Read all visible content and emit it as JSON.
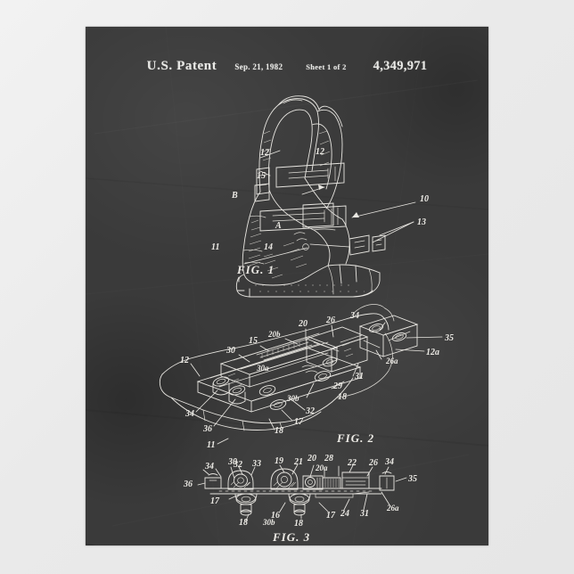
{
  "poster": {
    "background_color": "#383838",
    "chalk_color": "#eceae5",
    "frame_color": "#efefef"
  },
  "header": {
    "title": "U.S. Patent",
    "date": "Sep. 21, 1982",
    "sheet": "Sheet 1 of 2",
    "patent_number": "4,349,971"
  },
  "figures": [
    {
      "id": "fig1",
      "label": "FIG. 1",
      "subject": "ski-boot-side-view",
      "reference_numerals": [
        "12",
        "15",
        "B",
        "10",
        "13",
        "11",
        "A",
        "14"
      ]
    },
    {
      "id": "fig2",
      "label": "FIG. 2",
      "subject": "buckle-assembly-perspective-view",
      "reference_numerals": [
        "34",
        "35",
        "26",
        "20",
        "12a",
        "15",
        "20b",
        "30",
        "30a",
        "26a",
        "12",
        "30b",
        "29",
        "31",
        "32",
        "18",
        "17",
        "34",
        "36",
        "11"
      ]
    },
    {
      "id": "fig3",
      "label": "FIG. 3",
      "subject": "buckle-assembly-elevation-view",
      "reference_numerals": [
        "34",
        "30",
        "32",
        "33",
        "19",
        "21",
        "20",
        "28",
        "20a",
        "22",
        "26",
        "34",
        "36",
        "35",
        "17",
        "16",
        "18",
        "30b",
        "18",
        "17",
        "24",
        "31",
        "26a"
      ]
    }
  ],
  "fig1": {
    "label": "FIG. 1",
    "refs": {
      "r12": "12",
      "r15": "15",
      "rB": "B",
      "r10": "10",
      "r13": "13",
      "r11": "11",
      "rA": "A",
      "r14": "14"
    }
  },
  "fig2": {
    "label": "FIG. 2",
    "refs": {
      "r34t": "34",
      "r35": "35",
      "r26": "26",
      "r20": "20",
      "r12a": "12a",
      "r15": "15",
      "r20b": "20b",
      "r30": "30",
      "r30a": "30a",
      "r26a": "26a",
      "r12": "12",
      "r30b": "30b",
      "r29": "29",
      "r31": "31",
      "r32": "32",
      "r18a": "18",
      "r17": "17",
      "r34b": "34",
      "r36": "36",
      "r11": "11",
      "r18b": "18"
    }
  },
  "fig3": {
    "label": "FIG. 3",
    "refs": {
      "r34l": "34",
      "r30": "30",
      "r32": "32",
      "r33": "33",
      "r19": "19",
      "r21": "21",
      "r20": "20",
      "r28": "28",
      "r20a": "20a",
      "r22": "22",
      "r26": "26",
      "r34r": "34",
      "r36": "36",
      "r35": "35",
      "r17l": "17",
      "r16": "16",
      "r18l": "18",
      "r30b": "30b",
      "r18r": "18",
      "r17r": "17",
      "r24": "24",
      "r31": "31",
      "r26a": "26a"
    }
  }
}
